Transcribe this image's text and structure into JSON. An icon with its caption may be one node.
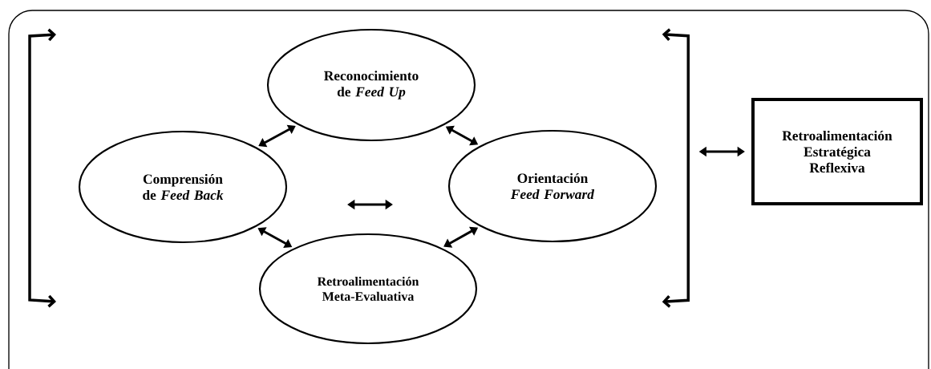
{
  "diagram": {
    "nodes": [
      {
        "text": [
          "Reconocimiento de *Feed Up*"
        ]
      },
      {
        "text": [
          "Comprensión de *Feed Back*"
        ]
      },
      {
        "text": [
          "Orientación *Feed Forward*"
        ]
      },
      {
        "text": [
          "Retroalimentación Meta-Evaluativa"
        ]
      },
      {
        "text": [
          "Retroalimentación Estratégica Reflexiva"
        ]
      },
      {
        "text": [],
        "shape": "bracket"
      }
    ],
    "edges": [
      {
        "from": 1,
        "to": 0,
        "arrow": "both"
      },
      {
        "from": 0,
        "to": 2,
        "arrow": "both"
      },
      {
        "from": 1,
        "to": 3,
        "arrow": "both"
      },
      {
        "from": 3,
        "to": 2,
        "arrow": "both"
      },
      {
        "from": 5,
        "to": 4,
        "arrow": "both"
      }
    ]
  }
}
